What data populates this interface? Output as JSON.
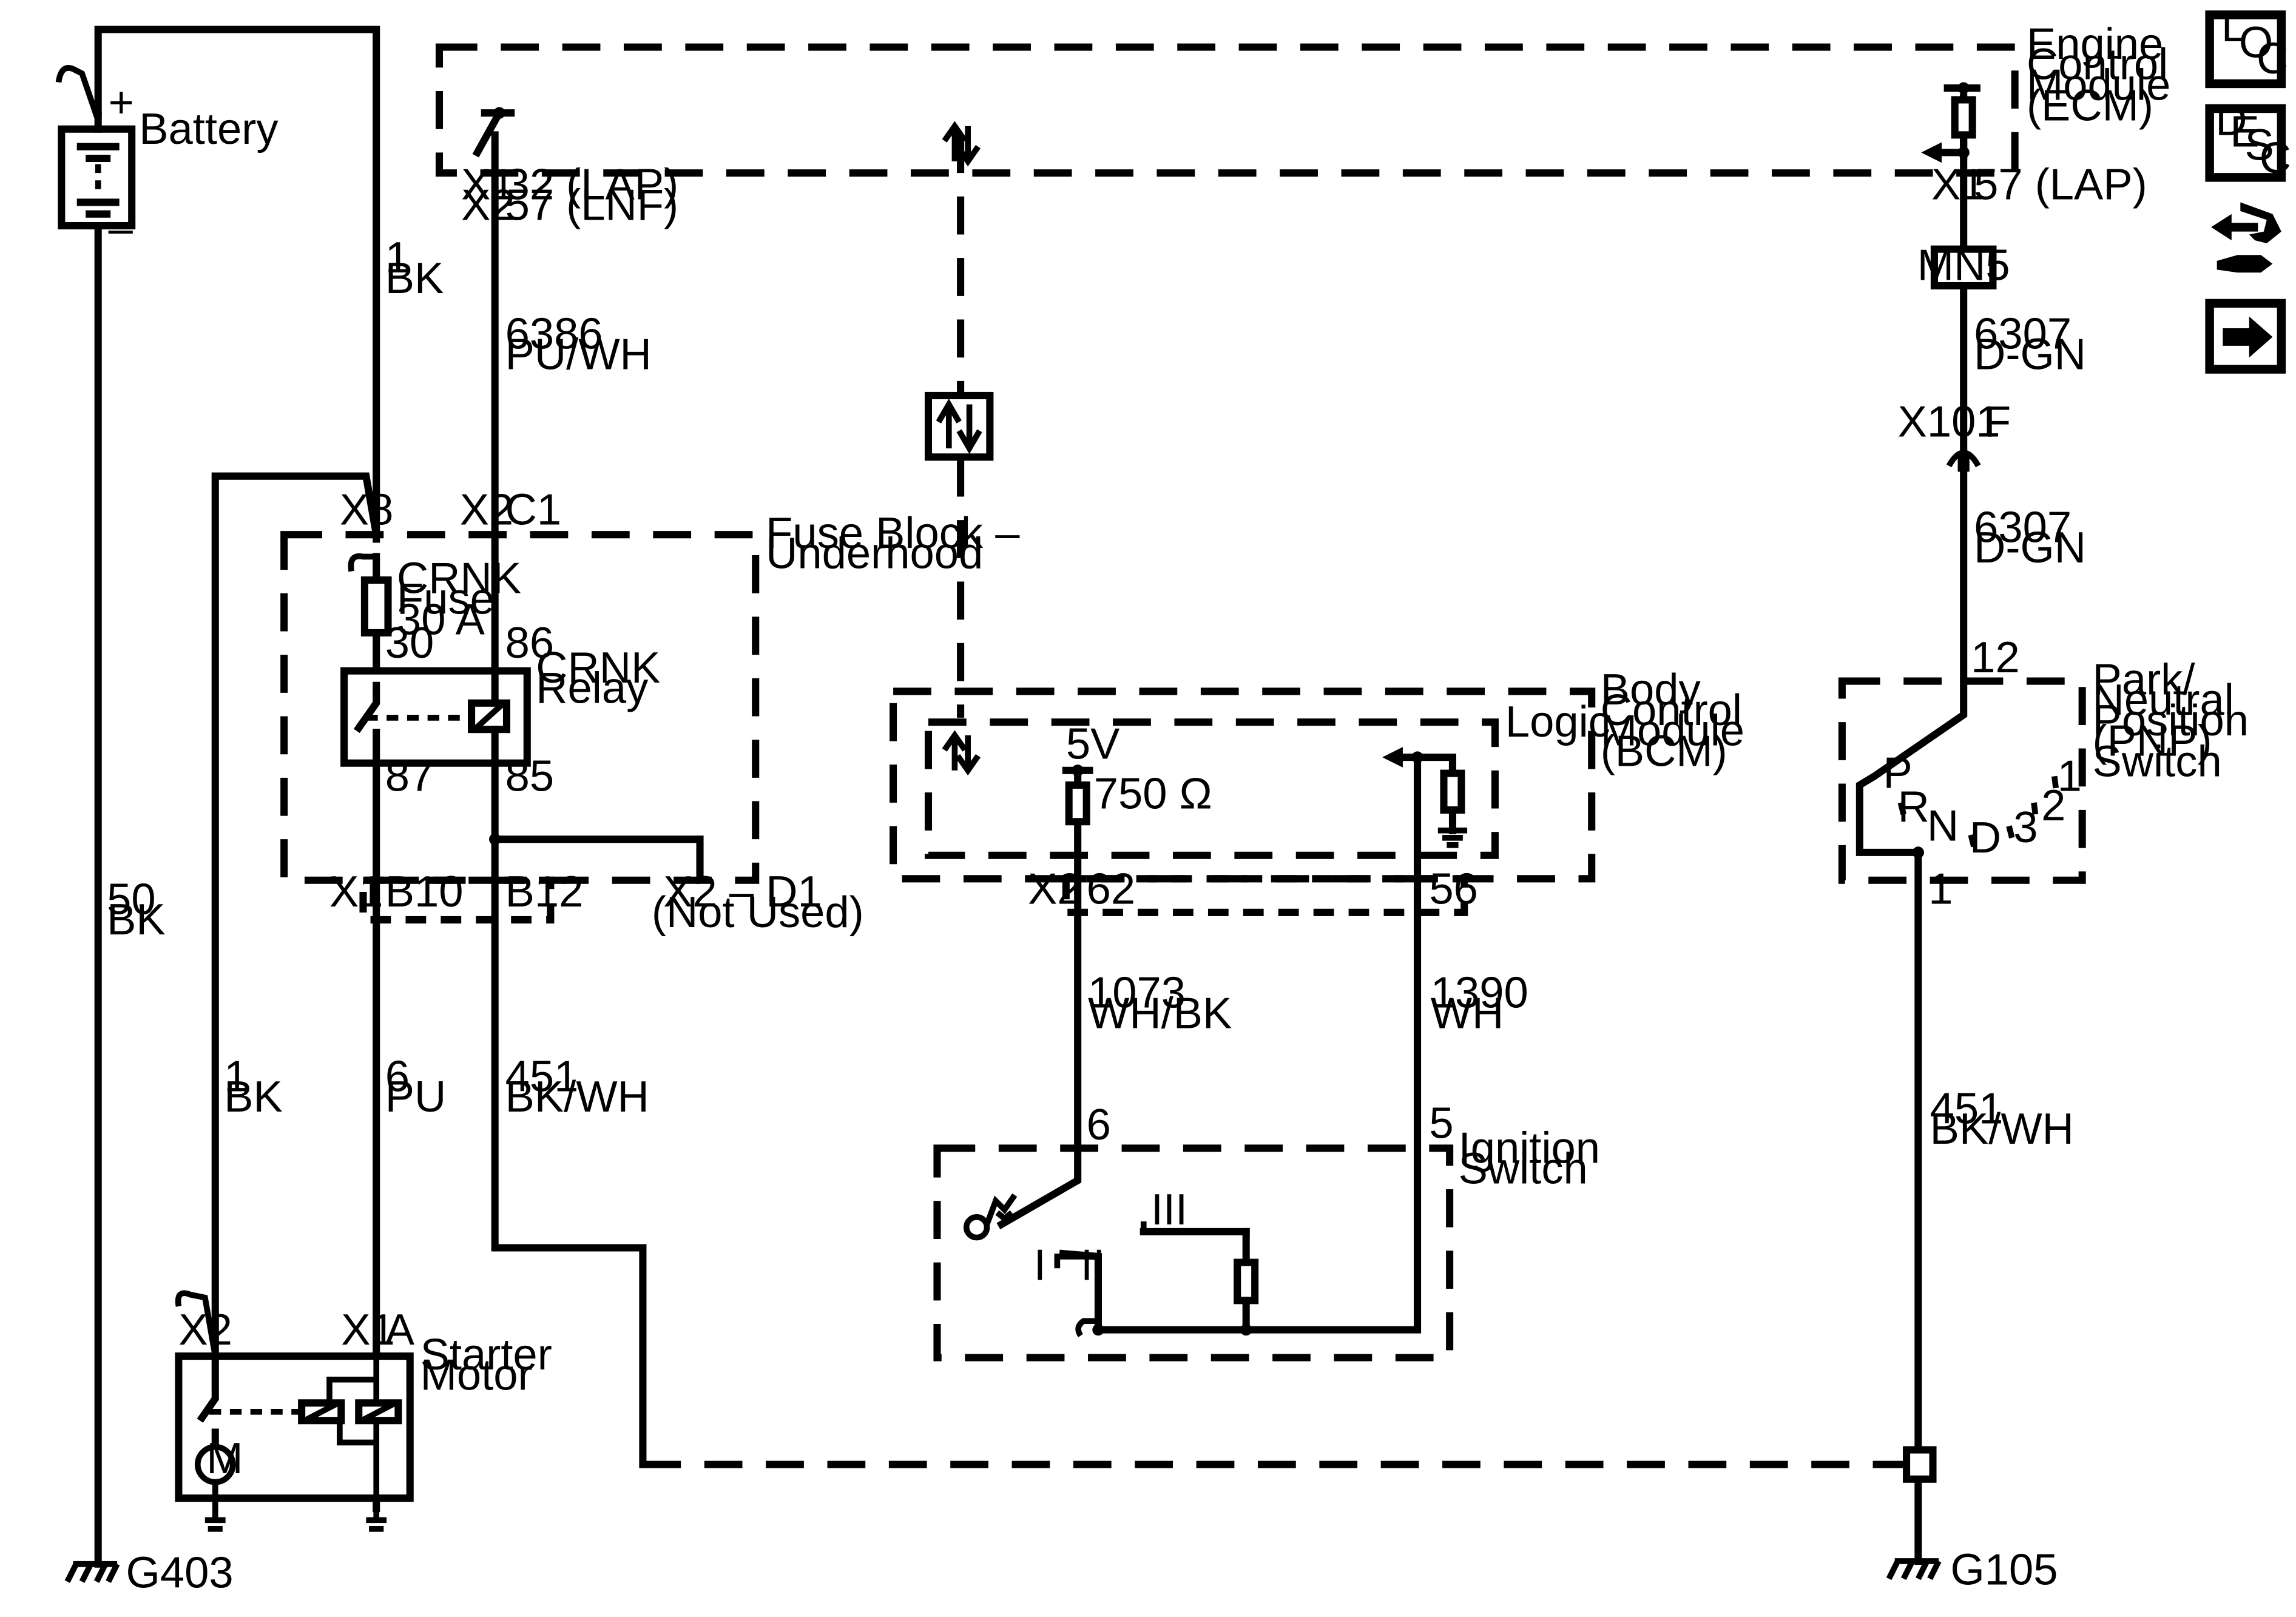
{
  "components": {
    "battery": {
      "label": "Battery",
      "plus": "+",
      "minus": "–"
    },
    "ecm": {
      "lines": [
        "Engine",
        "Control",
        "Module",
        "(ECM)"
      ]
    },
    "fuse_block": {
      "lines": [
        "Fuse Block –",
        "Underhood"
      ]
    },
    "crnk_fuse": {
      "lines": [
        "CRNK",
        "Fuse",
        "30 A"
      ]
    },
    "crnk_relay": {
      "lines": [
        "CRNK",
        "Relay"
      ],
      "pin30": "30",
      "pin86": "86",
      "pin87": "87",
      "pin85": "85"
    },
    "bcm": {
      "lines": [
        "Body",
        "Control",
        "Module",
        "(BCM)"
      ],
      "logic": "Logic",
      "v5": "5V",
      "res": "750 Ω"
    },
    "pnp": {
      "lines": [
        "Park/",
        "Neutral",
        "Position",
        "(PNP)",
        "Switch"
      ],
      "pos": [
        "P",
        "R",
        "N",
        "D",
        "3",
        "2",
        "1"
      ]
    },
    "ignition": {
      "lines": [
        "Ignition",
        "Switch"
      ],
      "pos": [
        "I",
        "II",
        "III"
      ]
    },
    "starter": {
      "lines": [
        "Starter",
        "Motor"
      ],
      "motor": "M"
    },
    "mn5": "MN5"
  },
  "connectors": {
    "x1_ecm_left": "X1",
    "x2_ecm_left": "X2",
    "pin_32_lap": "32 (LAP)",
    "pin_57_lnf": "57 (LNF)",
    "x1_ecm_right": "X1",
    "pin_57_lap": "57 (LAP)",
    "x8": "X8",
    "x2_c1": "X2",
    "c1": "C1",
    "x1_fuse": "X1",
    "b10": "B10",
    "b12": "B12",
    "x2_d1": "X2 – D1",
    "not_used": "(Not Used)",
    "x2_bcm": "X2",
    "p62": "62",
    "p56": "56",
    "x101": "X101",
    "f": "F",
    "p12": "12",
    "p1": "1",
    "p6": "6",
    "p5": "5",
    "x2_starter": "X2",
    "x1_starter": "X1",
    "a": "A"
  },
  "wires": {
    "w_1bk_top": [
      "1",
      "BK"
    ],
    "w_6386": [
      "6386",
      "PU/WH"
    ],
    "w_6307_a": [
      "6307",
      "D-GN"
    ],
    "w_6307_b": [
      "6307",
      "D-GN"
    ],
    "w_50bk": [
      "50",
      "BK"
    ],
    "w_1bk_low": [
      "1",
      "BK"
    ],
    "w_6pu": [
      "6",
      "PU"
    ],
    "w_451_l": [
      "451",
      "BK/WH"
    ],
    "w_1073": [
      "1073",
      "WH/BK"
    ],
    "w_1390": [
      "1390",
      "WH"
    ],
    "w_451_r": [
      "451",
      "BK/WH"
    ]
  },
  "grounds": {
    "g403": "G403",
    "g105": "G105"
  },
  "sidebar": {
    "loc": [
      "L",
      "O",
      "C"
    ],
    "desc": [
      "D",
      "E",
      "S",
      "C"
    ],
    "icons": [
      "connector-tool-icon",
      "next-arrow-icon"
    ]
  }
}
